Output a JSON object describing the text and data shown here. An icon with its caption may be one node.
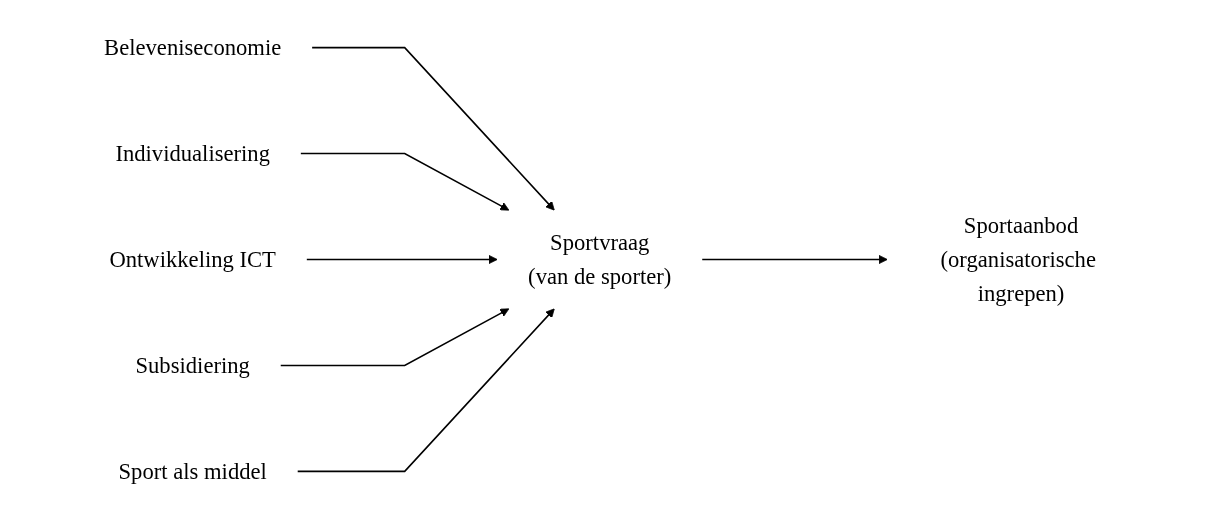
{
  "diagram": {
    "nodes": [
      {
        "text": [
          "Beleveniseconomie"
        ]
      },
      {
        "text": [
          "Individualisering"
        ]
      },
      {
        "text": [
          "Ontwikkeling ICT"
        ]
      },
      {
        "text": [
          "Subsidiering"
        ]
      },
      {
        "text": [
          "Sport als middel"
        ]
      },
      {
        "text": [
          "Sportvraag",
          "(van de sporter)"
        ]
      },
      {
        "text": [
          "Sportaanbod",
          "(organisatorische ingrepen)"
        ]
      }
    ],
    "edges": [
      {
        "from": 0,
        "to": 5,
        "arrow": "to"
      },
      {
        "from": 1,
        "to": 5,
        "arrow": "to"
      },
      {
        "from": 2,
        "to": 5,
        "arrow": "to"
      },
      {
        "from": 3,
        "to": 5,
        "arrow": "to"
      },
      {
        "from": 4,
        "to": 5,
        "arrow": "to"
      },
      {
        "from": 5,
        "to": 6,
        "arrow": "to"
      }
    ]
  }
}
